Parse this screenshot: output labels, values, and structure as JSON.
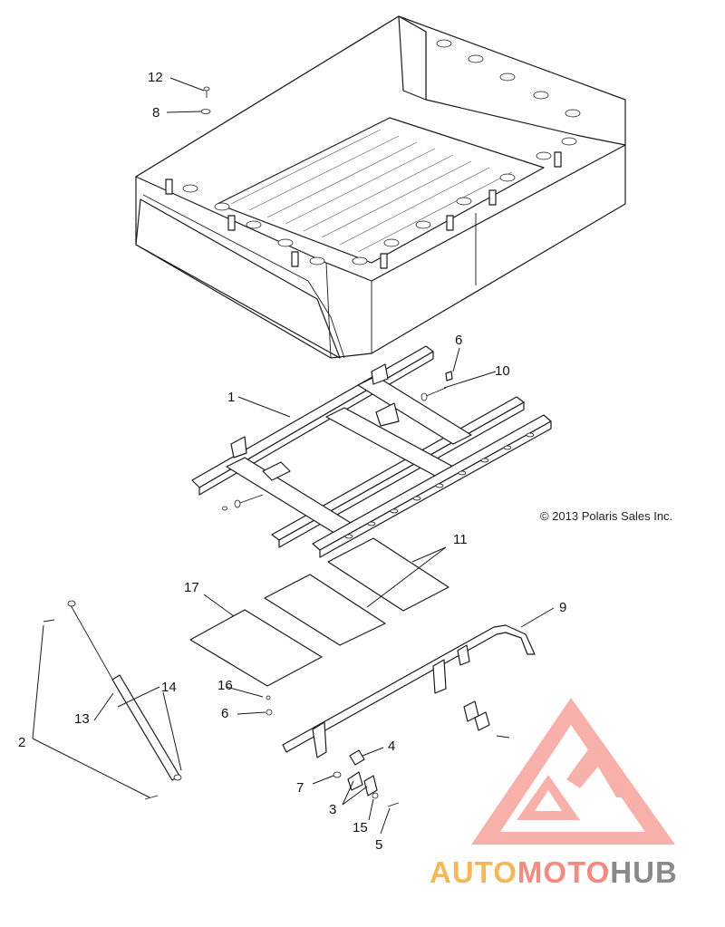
{
  "diagram": {
    "copyright": "© 2013 Polaris Sales Inc.",
    "callouts": {
      "c1": "1",
      "c2": "2",
      "c3": "3",
      "c4": "4",
      "c5": "5",
      "c6a": "6",
      "c6b": "6",
      "c7": "7",
      "c8": "8",
      "c9": "9",
      "c10": "10",
      "c11": "11",
      "c12": "12",
      "c13": "13",
      "c14": "14",
      "c15": "15",
      "c16": "16",
      "c17": "17"
    }
  },
  "watermark": {
    "part1": "AUTO",
    "part2": "MOTO",
    "part3": "HUB",
    "colors": {
      "auto": "#f3b85a",
      "moto": "#f28b82",
      "hub": "#8a8a8a",
      "logo": "#f28b82"
    }
  }
}
